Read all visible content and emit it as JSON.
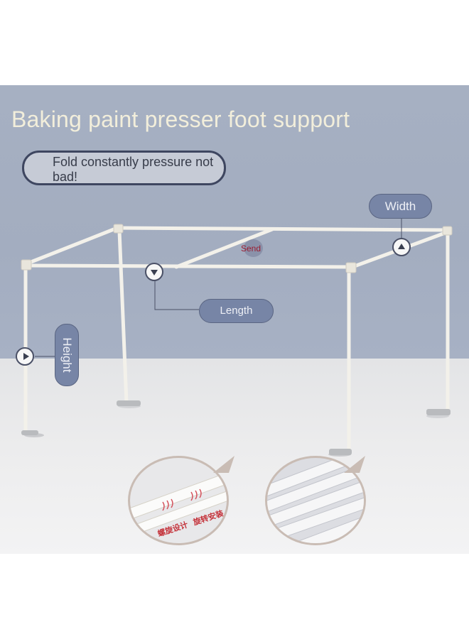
{
  "title": "Baking paint presser foot support",
  "callout": "Fold constantly pressure not bad!",
  "labels": {
    "width": "Width",
    "length": "Length",
    "height": "Height",
    "send": "Send"
  },
  "detail_captions": {
    "left_1": "螺旋设计",
    "left_2": "旋转安装"
  },
  "colors": {
    "wall": "#a6b0c2",
    "floor": "#ececed",
    "title": "#f2eedb",
    "pill": "#7785a6",
    "frame": "#f3f1ea"
  }
}
